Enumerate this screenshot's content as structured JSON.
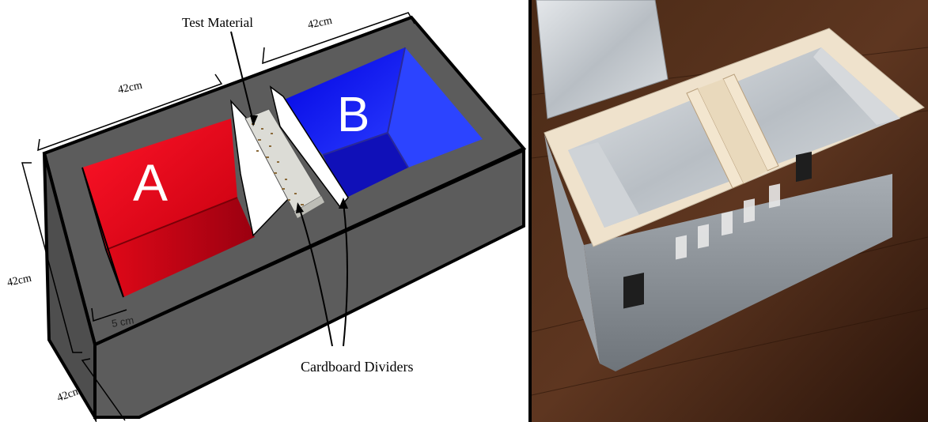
{
  "diagram": {
    "labels": {
      "test_material": "Test Material",
      "cardboard_dividers": "Cardboard Dividers",
      "width_a": "42cm",
      "width_b": "42cm",
      "height": "42cm",
      "depth": "42cm",
      "wall": "5 cm"
    },
    "chambers": {
      "a_label": "A",
      "b_label": "B"
    },
    "colors": {
      "box": "#5b5b5b",
      "chamber_a": "#e8101e",
      "chamber_b": "#1a1aee",
      "divider": "#ffffff",
      "material": "#d9d9d2"
    }
  },
  "photo": {
    "description_free": true,
    "colors": {
      "floor": "#3a1f10",
      "insulation": "#c9cdd2",
      "cardboard": "#efe2cc"
    }
  }
}
